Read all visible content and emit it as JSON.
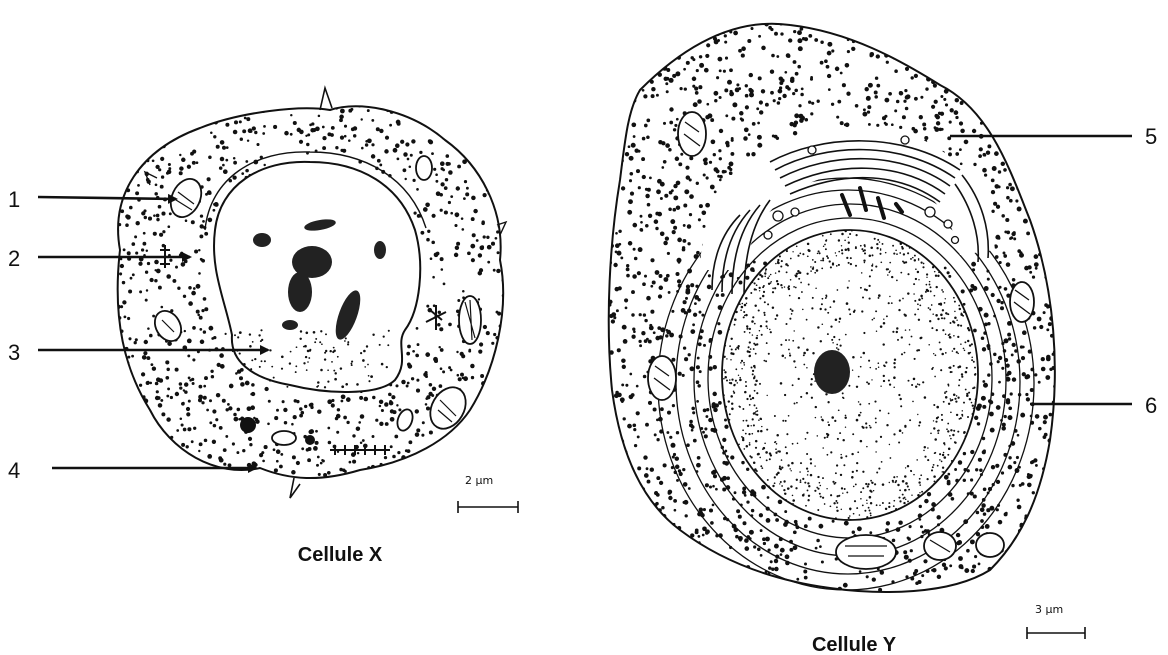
{
  "figure": {
    "cell_x": {
      "caption": "Cellule X",
      "scale_label": "2 µm",
      "labels": [
        "1",
        "2",
        "3",
        "4"
      ]
    },
    "cell_y": {
      "caption": "Cellule Y",
      "scale_label": "3 µm",
      "labels": [
        "5",
        "6"
      ]
    },
    "ink_color": "#111111",
    "background_color": "#ffffff"
  }
}
